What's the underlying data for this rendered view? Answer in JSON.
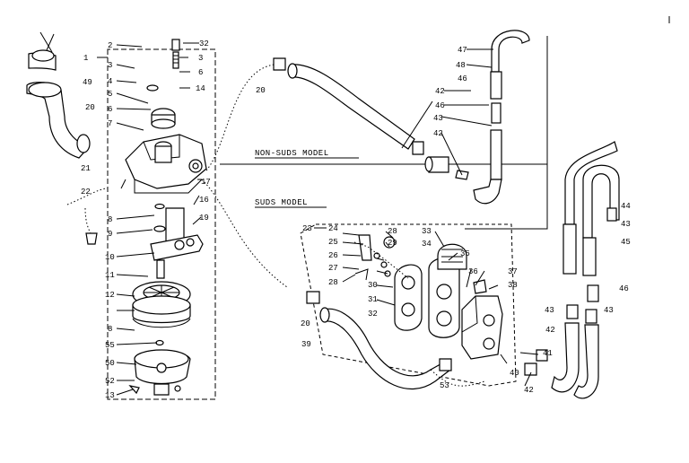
{
  "sections": {
    "non_suds_model": "NON-SUDS MODEL",
    "suds_model": "SUDS MODEL"
  },
  "callouts": [
    {
      "id": "c-1",
      "text": "1"
    },
    {
      "id": "c-2",
      "text": "2"
    },
    {
      "id": "c-3",
      "text": "3"
    },
    {
      "id": "c-4",
      "text": "4"
    },
    {
      "id": "c-5",
      "text": "5"
    },
    {
      "id": "c-6",
      "text": "6"
    },
    {
      "id": "c-7",
      "text": "7"
    },
    {
      "id": "c-8a",
      "text": "8"
    },
    {
      "id": "c-9",
      "text": "9"
    },
    {
      "id": "c-10",
      "text": "10"
    },
    {
      "id": "c-11",
      "text": "11"
    },
    {
      "id": "c-12",
      "text": "12"
    },
    {
      "id": "c-8b",
      "text": "8"
    },
    {
      "id": "c-55",
      "text": "55"
    },
    {
      "id": "c-50",
      "text": "50"
    },
    {
      "id": "c-52",
      "text": "52"
    },
    {
      "id": "c-13",
      "text": "13"
    },
    {
      "id": "c-32a",
      "text": "32"
    },
    {
      "id": "c-3b",
      "text": "3"
    },
    {
      "id": "c-6b",
      "text": "6"
    },
    {
      "id": "c-14",
      "text": "14"
    },
    {
      "id": "c-17",
      "text": "17"
    },
    {
      "id": "c-16",
      "text": "16"
    },
    {
      "id": "c-19",
      "text": "19"
    },
    {
      "id": "c-49",
      "text": "49"
    },
    {
      "id": "c-20a",
      "text": "20"
    },
    {
      "id": "c-21",
      "text": "21"
    },
    {
      "id": "c-22",
      "text": "22"
    },
    {
      "id": "c-20b",
      "text": "20"
    },
    {
      "id": "c-47",
      "text": "47"
    },
    {
      "id": "c-48",
      "text": "48"
    },
    {
      "id": "c-46a",
      "text": "46"
    },
    {
      "id": "c-42a",
      "text": "42"
    },
    {
      "id": "c-46b",
      "text": "46"
    },
    {
      "id": "c-43a",
      "text": "43"
    },
    {
      "id": "c-42b",
      "text": "42"
    },
    {
      "id": "c-23",
      "text": "23"
    },
    {
      "id": "c-24",
      "text": "24"
    },
    {
      "id": "c-25",
      "text": "25"
    },
    {
      "id": "c-26",
      "text": "26"
    },
    {
      "id": "c-27",
      "text": "27"
    },
    {
      "id": "c-28a",
      "text": "28"
    },
    {
      "id": "c-28b",
      "text": "28"
    },
    {
      "id": "c-29",
      "text": "29"
    },
    {
      "id": "c-30",
      "text": "30"
    },
    {
      "id": "c-31",
      "text": "31"
    },
    {
      "id": "c-32b",
      "text": "32"
    },
    {
      "id": "c-33",
      "text": "33"
    },
    {
      "id": "c-34",
      "text": "34"
    },
    {
      "id": "c-35",
      "text": "35"
    },
    {
      "id": "c-36",
      "text": "36"
    },
    {
      "id": "c-37",
      "text": "37"
    },
    {
      "id": "c-38",
      "text": "38"
    },
    {
      "id": "c-20c",
      "text": "20"
    },
    {
      "id": "c-39",
      "text": "39"
    },
    {
      "id": "c-53",
      "text": "53"
    },
    {
      "id": "c-40",
      "text": "40"
    },
    {
      "id": "c-41",
      "text": "41"
    },
    {
      "id": "c-42c",
      "text": "42"
    },
    {
      "id": "c-42d",
      "text": "42"
    },
    {
      "id": "c-43b",
      "text": "43"
    },
    {
      "id": "c-43c",
      "text": "43"
    },
    {
      "id": "c-44",
      "text": "44"
    },
    {
      "id": "c-43d",
      "text": "43"
    },
    {
      "id": "c-45",
      "text": "45"
    },
    {
      "id": "c-46c",
      "text": "46"
    }
  ]
}
